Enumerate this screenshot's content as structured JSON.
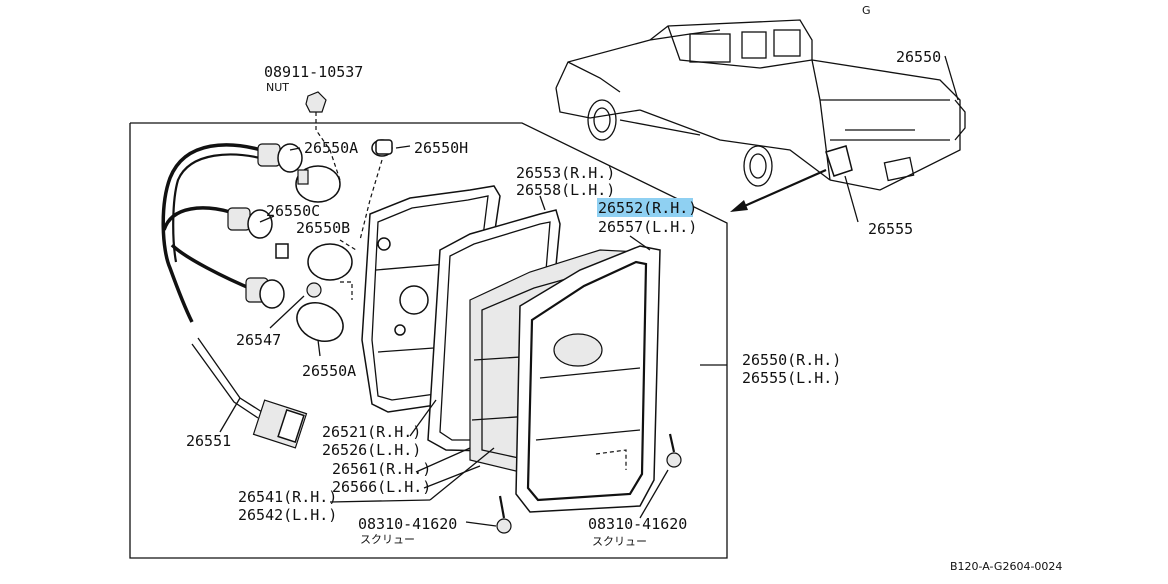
{
  "reference_code": "B120-A-G2604-0024",
  "labels": {
    "nut_part_no": "08911-10537",
    "nut_name": "NUT",
    "assy_rear": "26550",
    "bulb_a_top": "26550A",
    "bulb_a_bottom": "26550A",
    "socket_h": "26550H",
    "socket_c": "26550C",
    "bulb_b": "26550B",
    "gasket_rh": "26553(R.H.)",
    "gasket_lh": "26558(L.H.)",
    "lens_rh": "26552(R.H.)",
    "lens_lh": "26557(L.H.)",
    "tail_lh_car": "26555",
    "grommet": "26547",
    "wiring": "26551",
    "assy_rh": "26550(R.H.)",
    "assy_lh": "26555(L.H.)",
    "body_rh": "26521(R.H.)",
    "body_lh": "26526(L.H.)",
    "inner_rh": "26561(R.H.)",
    "inner_lh": "26566(L.H.)",
    "reflector_rh": "26541(R.H.)",
    "reflector_lh": "26542(L.H.)",
    "screw_left_no": "08310-41620",
    "screw_left_name": "スクリュー",
    "screw_right_no": "08310-41620",
    "screw_right_name": "スクリュー",
    "small_mark": "G"
  },
  "highlight": {
    "label": "26552(R.H.)",
    "color": "#8fd0f2"
  }
}
